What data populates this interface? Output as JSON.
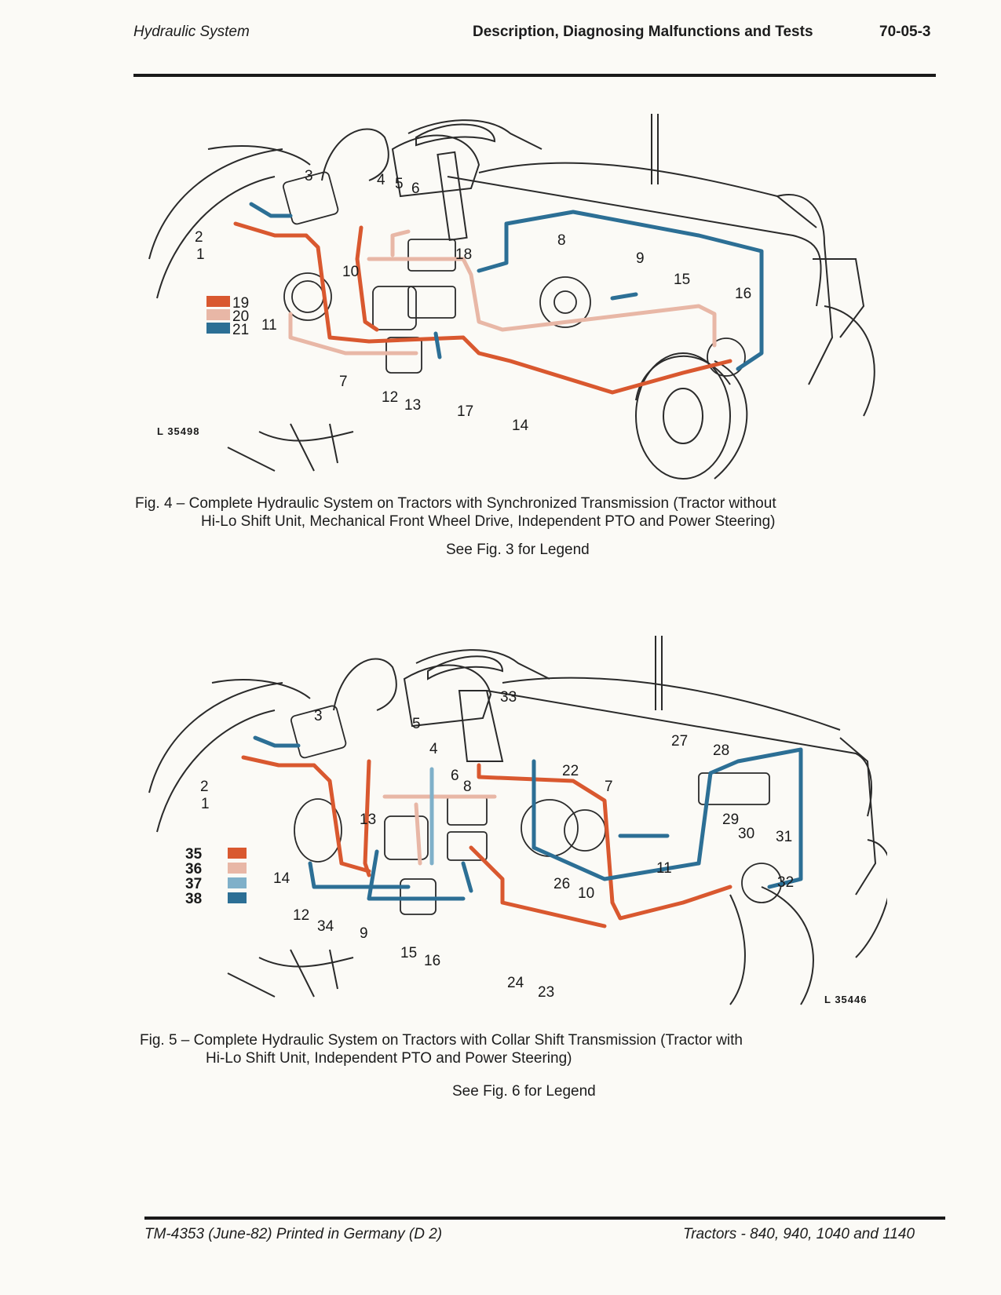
{
  "header": {
    "section": "Hydraulic System",
    "title": "Description, Diagnosing Malfunctions and Tests",
    "page_number": "70-05-3"
  },
  "figures": [
    {
      "drawing_code": "L 35498",
      "callouts": [
        "1",
        "2",
        "3",
        "4",
        "5",
        "6",
        "7",
        "8",
        "9",
        "10",
        "11",
        "12",
        "13",
        "14",
        "15",
        "16",
        "17",
        "18"
      ],
      "legend_numbers": [
        "19",
        "20",
        "21"
      ],
      "legend_colors": [
        "#d9582f",
        "#e8b7a6",
        "#2c6f95"
      ],
      "caption_line1": "Fig. 4 – Complete Hydraulic System on Tractors with Synchronized Transmission (Tractor without",
      "caption_line2": "Hi-Lo Shift Unit, Mechanical Front Wheel Drive, Independent PTO and Power Steering)",
      "see_legend": "See Fig. 3 for Legend"
    },
    {
      "drawing_code": "L 35446",
      "callouts": [
        "1",
        "2",
        "3",
        "4",
        "5",
        "6",
        "7",
        "8",
        "9",
        "10",
        "11",
        "12",
        "13",
        "14",
        "15",
        "16",
        "22",
        "23",
        "24",
        "26",
        "27",
        "28",
        "29",
        "30",
        "31",
        "32",
        "33",
        "34"
      ],
      "legend_numbers": [
        "35",
        "36",
        "37",
        "38"
      ],
      "legend_colors": [
        "#d9582f",
        "#e8b7a6",
        "#7fb0c9",
        "#2c6f95"
      ],
      "caption_line1": "Fig. 5 – Complete Hydraulic System on Tractors with Collar Shift Transmission (Tractor with",
      "caption_line2": "Hi-Lo Shift Unit, Independent PTO and Power Steering)",
      "see_legend": "See Fig. 6 for Legend"
    }
  ],
  "footer": {
    "left": "TM-4353 (June-82) Printed in Germany (D 2)",
    "right": "Tractors - 840, 940, 1040 and 1140"
  },
  "colors": {
    "pressure_oil": "#d9582f",
    "return_oil": "#e8b7a6",
    "suction_oil": "#2c6f95",
    "light_blue": "#7fb0c9",
    "outline": "#2a2a2a"
  }
}
